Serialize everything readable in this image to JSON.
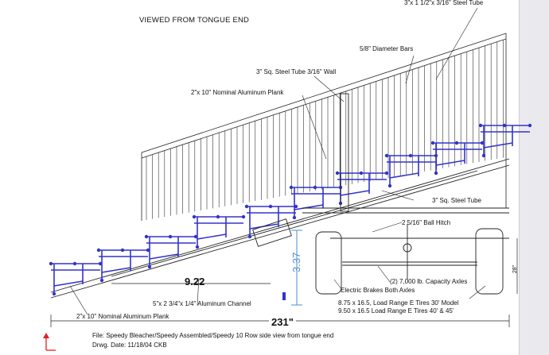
{
  "drawing": {
    "view_title": "VIEWED FROM TONGUE END",
    "callouts": {
      "steel_tube_top": "3\"x 1 1/2\"x 3/16\" Steel Tube",
      "diameter_bars": "5/8\" Diameter Bars",
      "sq_tube_wall": "3\" Sq. Steel Tube 3/16\" Wall",
      "plank_top": "2\"x 10\" Nominal Aluminum Plank",
      "sq_tube": "3\" Sq. Steel Tube",
      "ball_hitch": "2 5/16\" Ball Hitch",
      "capacity_axles": "(2) 7,000 lb. Capacity Axles",
      "electric_brakes": "Electric Brakes Both Axles",
      "tires_30": "8.75 x 16.5, Load Range E Tires 30' Model",
      "tires_40": "9.50 x 16.5 Load Range E Tires 40' & 45'",
      "channel": "5\"x 2 3/4\"x 1/4\" Aluminum Channel",
      "plank_bottom": "2\"x 10\" Nominal Aluminum Plank"
    },
    "dimensions": {
      "step_run": "9.22",
      "step_rise": "3.37",
      "overall_length": "231\"",
      "height_right": "28\""
    },
    "footer": {
      "file": "File: Speedy Bleacher/Speedy Assembled/Speedy 10 Row side view from tongue end",
      "date": "Drwg. Date: 11/18/04 CKB"
    },
    "colors": {
      "structure": "#3333cc",
      "line": "#222222",
      "dimension_blue": "#4a8fd6",
      "origin_red": "#e02020"
    }
  }
}
